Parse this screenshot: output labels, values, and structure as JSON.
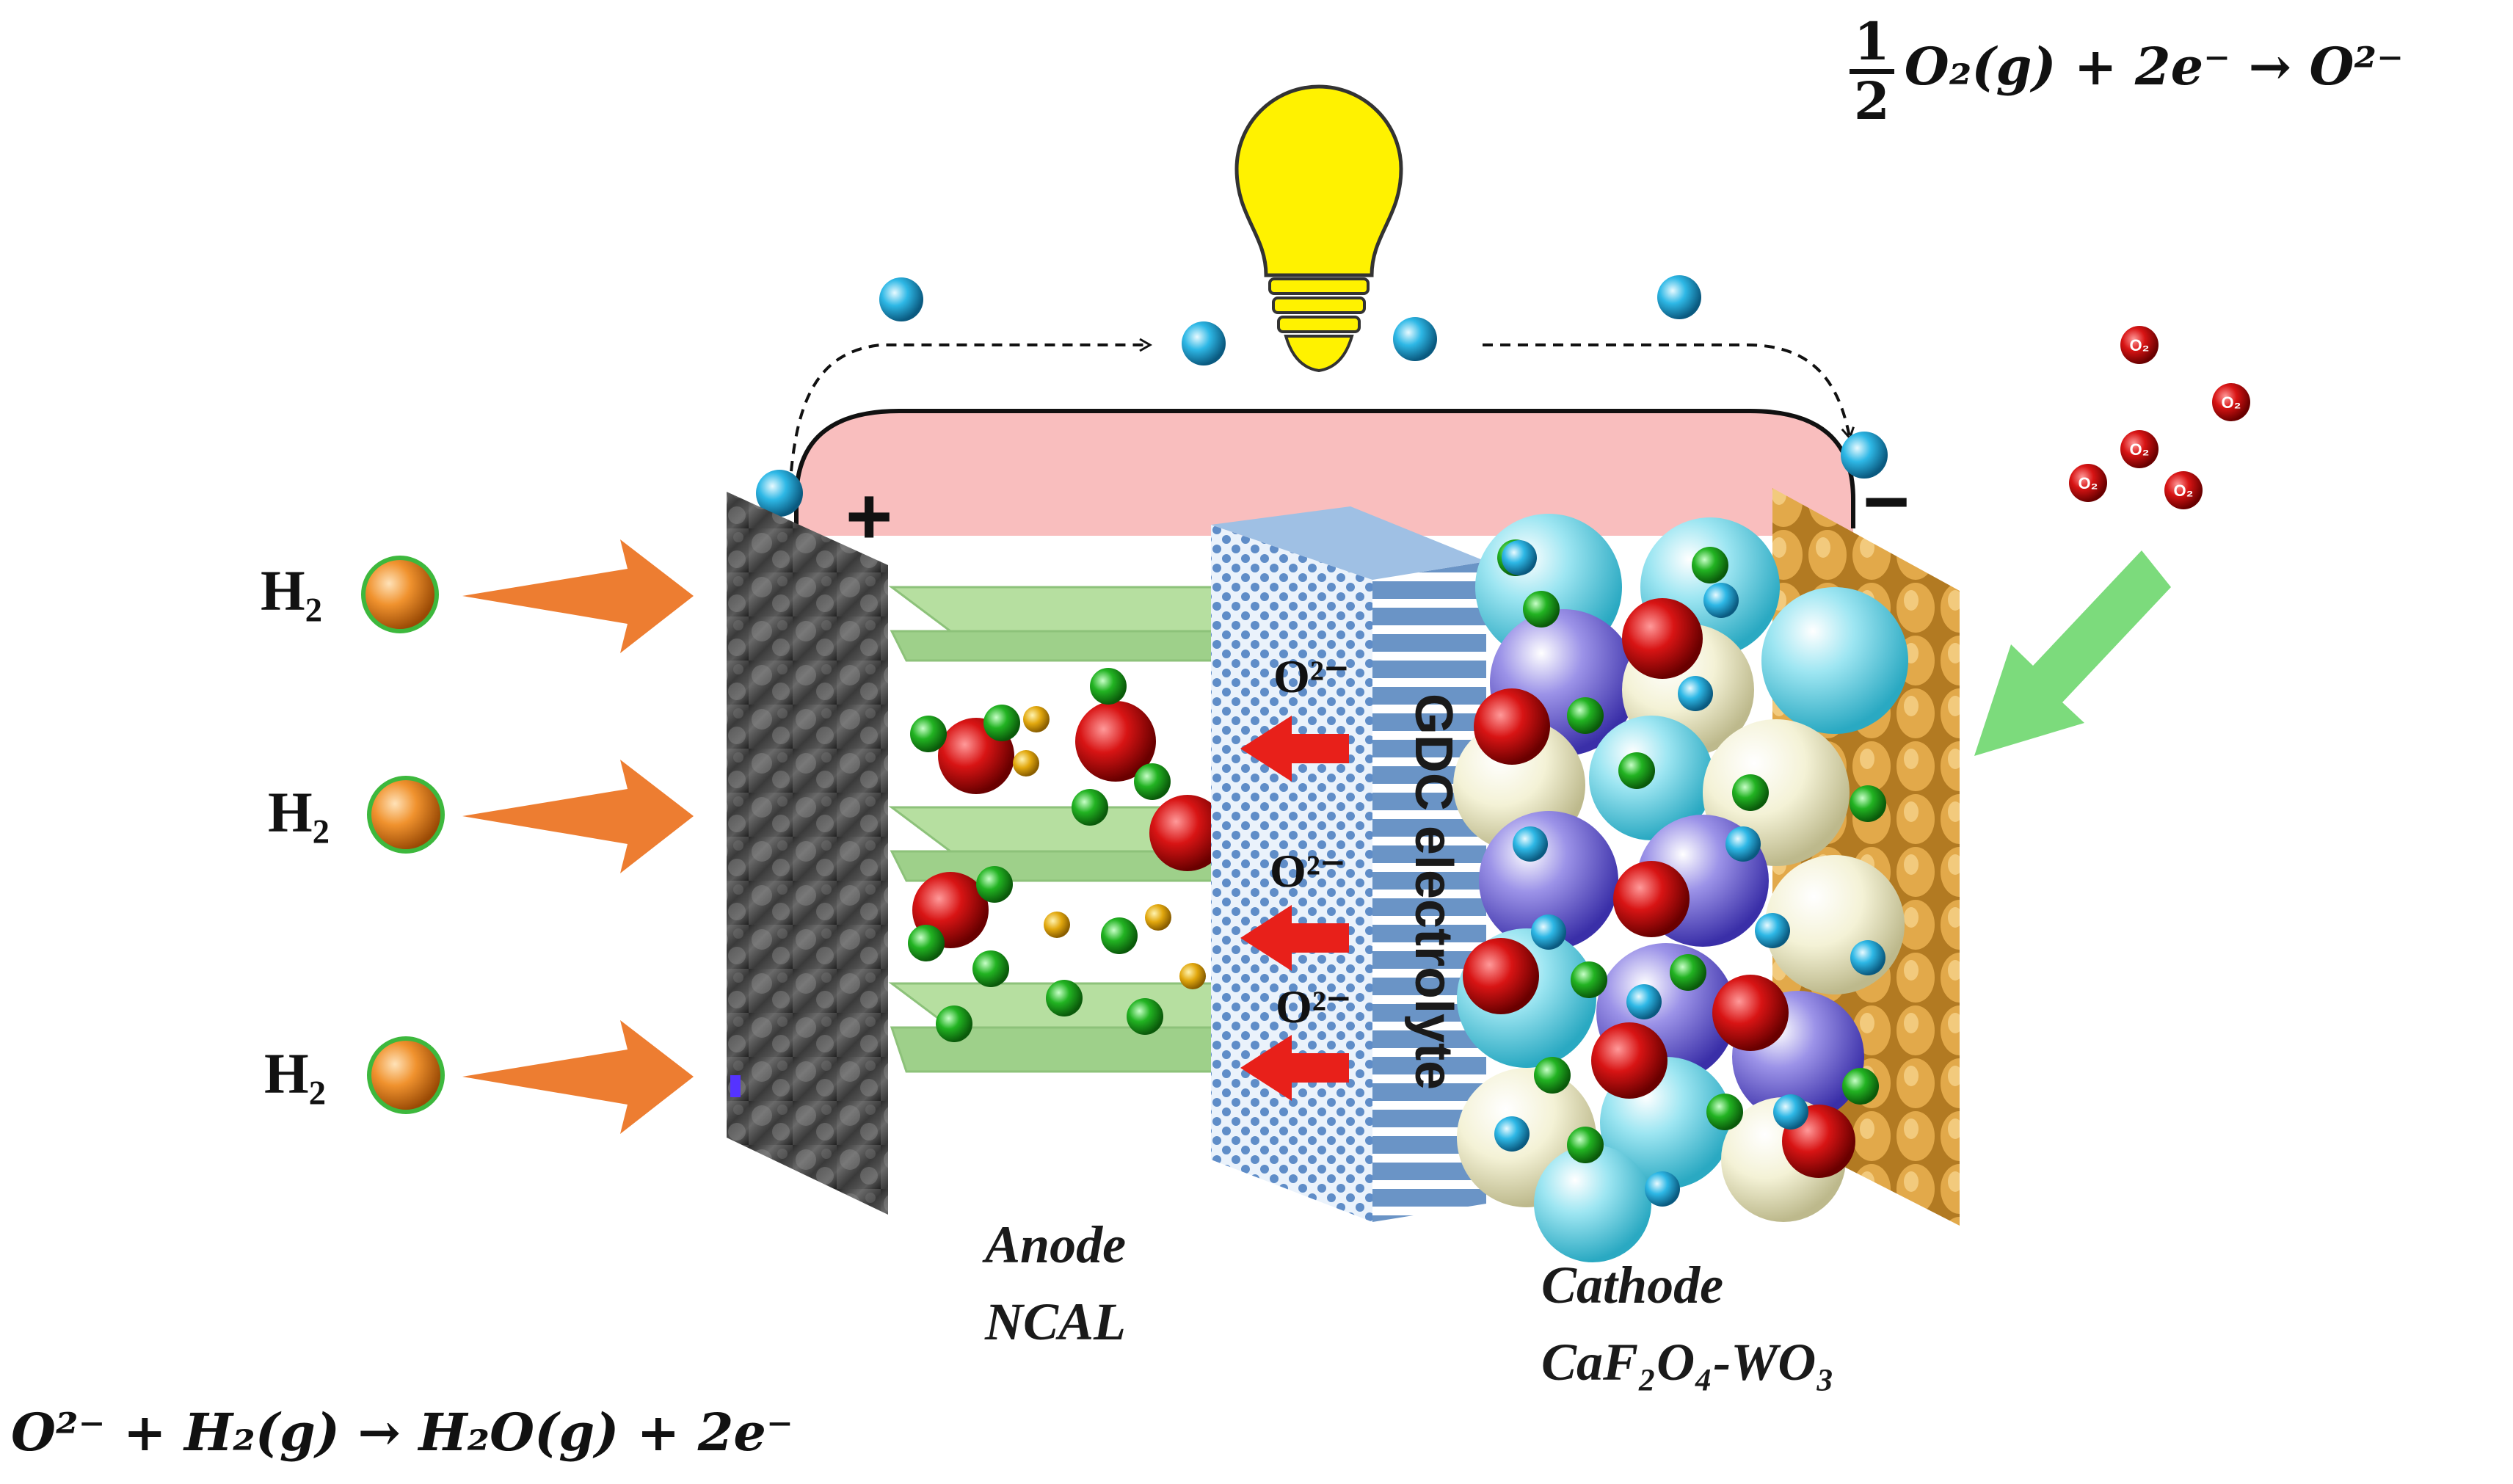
{
  "equations": {
    "cathode_reaction": {
      "frac_num": "1",
      "frac_den": "2",
      "rest": "O₂(g) + 2e⁻ → O²⁻"
    },
    "anode_reaction": "O²⁻ + H₂(g) → H₂O(g) + 2e⁻"
  },
  "fuel": {
    "label": "H₂",
    "count": 3
  },
  "ion_label": "O²⁻",
  "oxygen_molecule_label": "O₂",
  "electrolyte_label": "GDC electrolyte",
  "anode": {
    "line1": "Anode",
    "line2": "NCAL"
  },
  "cathode": {
    "line1": "Cathode",
    "line2": "CaF₂O₄-WO₃"
  },
  "terminals": {
    "positive": "+",
    "negative": "−"
  },
  "colors": {
    "fuel_arrow": "#ED7D31",
    "air_arrow": "#7CDB7C",
    "ion_arrow": "#E8201A",
    "circuit_fill": "#F9BEBE",
    "electrolyte": "#6A94C6",
    "anode_layer": "#B6DFA0",
    "current_collector": "#C08A2E",
    "bulb": "#FFF200",
    "electron": "#2EB8E6",
    "o2_molecule": "#E02020"
  },
  "icons": [
    "light-bulb-icon",
    "electron-icon",
    "oxygen-molecule-icon",
    "hydrogen-molecule-icon"
  ]
}
